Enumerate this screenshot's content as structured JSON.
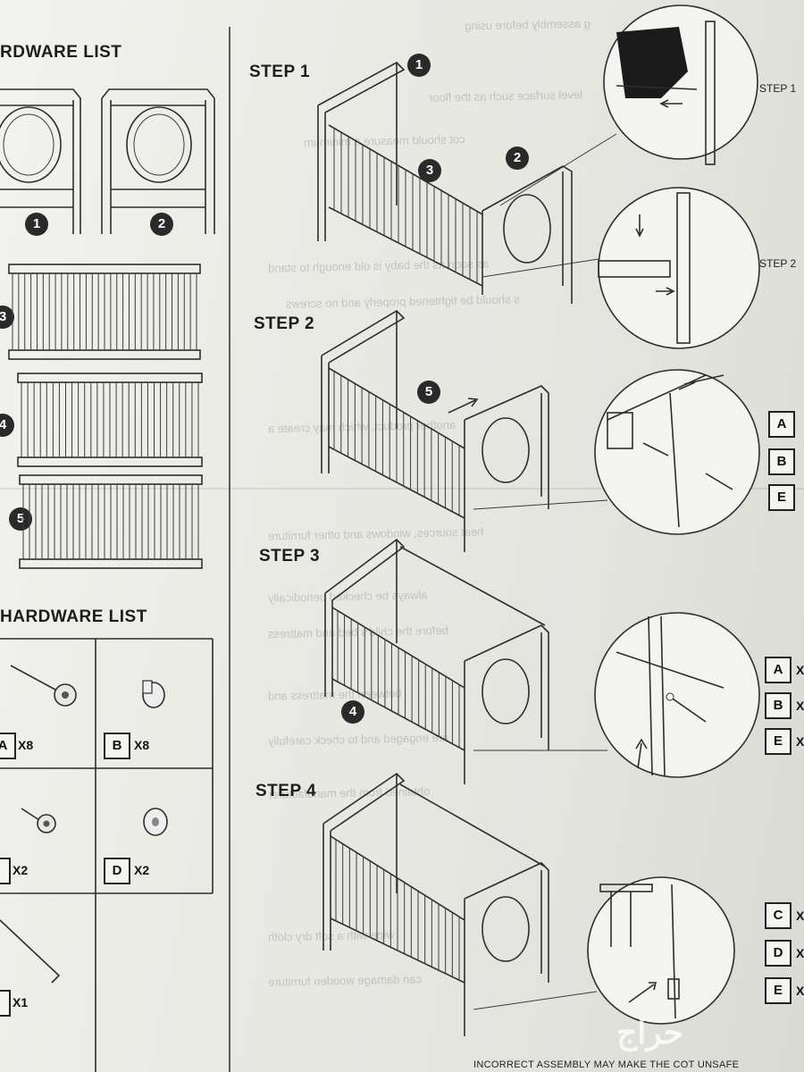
{
  "hardware_list_top": {
    "title": "RDWARE LIST"
  },
  "hardware_list_bottom": {
    "title": "HARDWARE LIST"
  },
  "parts": [
    {
      "number": "1"
    },
    {
      "number": "2"
    },
    {
      "number": "3"
    },
    {
      "number": "4"
    },
    {
      "number": "5"
    }
  ],
  "hardware": [
    {
      "code": "A",
      "qty": "X8"
    },
    {
      "code": "B",
      "qty": "X8"
    },
    {
      "code": "",
      "qty": "X2"
    },
    {
      "code": "D",
      "qty": "X2"
    },
    {
      "code": "",
      "qty": "X1"
    }
  ],
  "steps": [
    {
      "label": "STEP 1",
      "badges": [
        "1",
        "2",
        "3"
      ],
      "zoom_labels": [
        "STEP 1",
        "STEP 2"
      ]
    },
    {
      "label": "STEP 2",
      "badges": [
        "5"
      ],
      "box_labels": [
        "A",
        "B",
        "E"
      ]
    },
    {
      "label": "STEP 3",
      "badges": [
        "4"
      ],
      "box_labels": [
        "A",
        "B",
        "E"
      ],
      "box_qty": [
        "X",
        "X",
        "X"
      ]
    },
    {
      "label": "STEP 4",
      "box_labels": [
        "C",
        "D",
        "E"
      ],
      "box_qty": [
        "X",
        "X",
        "X"
      ]
    }
  ],
  "footer": {
    "text": "INCORRECT ASSEMBLY MAY MAKE THE COT UNSAFE"
  },
  "watermark": {
    "text": "حراج"
  }
}
